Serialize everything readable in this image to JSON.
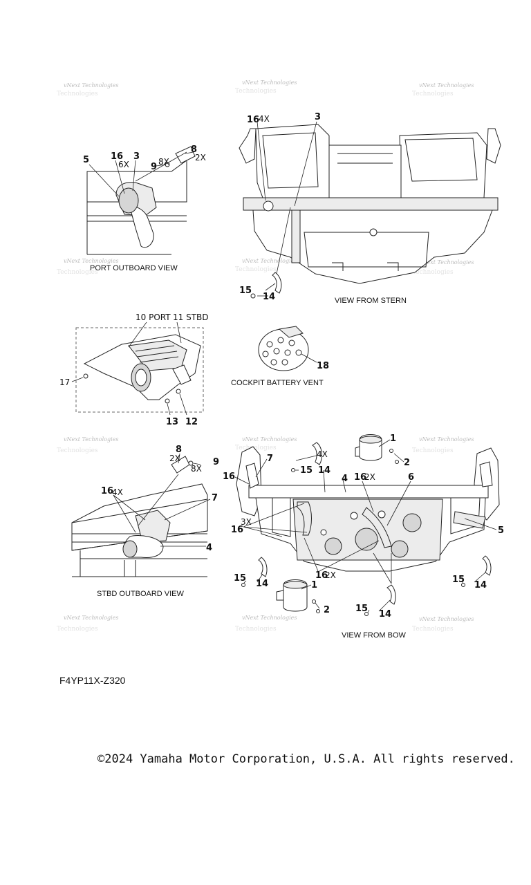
{
  "diagram_code": "F4YP11X-Z320",
  "copyright": "©2024 Yamaha Motor Corporation, U.S.A. All rights reserved.",
  "watermark": {
    "line1": "vNext Technologies",
    "line2": "Technologies"
  },
  "captions": {
    "port_outboard": "PORT OUTBOARD VIEW",
    "view_from_stern": "VIEW FROM STERN",
    "battery_vent": "COCKPIT BATTERY VENT",
    "stbd_outboard": "STBD OUTBOARD VIEW",
    "view_from_bow": "VIEW FROM BOW"
  },
  "port_outboard": {
    "c5": "5",
    "c16": "16",
    "q16": "6X",
    "c3": "3",
    "c9": "9",
    "q9": "8X",
    "c8": "8",
    "q8": "2X"
  },
  "stern": {
    "c16": "16",
    "q16": "4X",
    "c3": "3",
    "c15": "15",
    "c14": "14"
  },
  "vent_kit": {
    "port": "10 PORT",
    "stbd": "11 STBD",
    "c17": "17",
    "c13": "13",
    "c12": "12"
  },
  "battery": {
    "c18": "18"
  },
  "stbd_outboard": {
    "c8": "8",
    "q8": "2X",
    "c9": "9",
    "q9": "8X",
    "c16": "16",
    "q16": "4X",
    "c7": "7",
    "c4": "4"
  },
  "bow": {
    "c1a": "1",
    "c2a": "2",
    "q4x": "4X",
    "c7": "7",
    "c15a": "15",
    "c16a": "16",
    "c14a": "14",
    "c4": "4",
    "c16b": "16",
    "q16b": "2X",
    "c6": "6",
    "c16c": "16",
    "q16c": "3X",
    "c5": "5",
    "c15b": "15",
    "c14b": "14",
    "c16d": "16",
    "q16d": "2X",
    "c1b": "1",
    "c2b": "2",
    "c15c": "15",
    "c14c": "14",
    "c15d": "15",
    "c14d": "14"
  }
}
